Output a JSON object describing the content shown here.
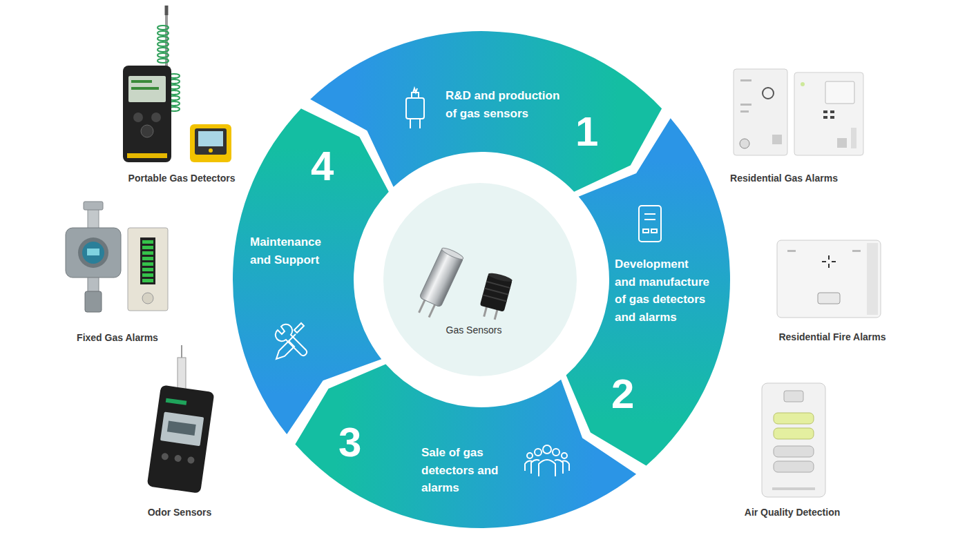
{
  "diagram": {
    "nodes": [
      {
        "text": [
          "Gas Sensors"
        ]
      },
      {
        "text": [
          "R&D and production of gas sensors",
          "1"
        ]
      },
      {
        "text": [
          "Development and manufacture of gas detectors and alarms",
          "2"
        ]
      },
      {
        "text": [
          "Sale of gas detectors and alarms",
          "3"
        ]
      },
      {
        "text": [
          "Maintenance and Support",
          "4"
        ]
      }
    ],
    "labels": [
      "Portable Gas Detectors",
      "Fixed Gas Alarms",
      "Odor Sensors",
      "Residential Gas Alarms",
      "Residential Fire Alarms",
      "Air Quality Detection"
    ]
  }
}
